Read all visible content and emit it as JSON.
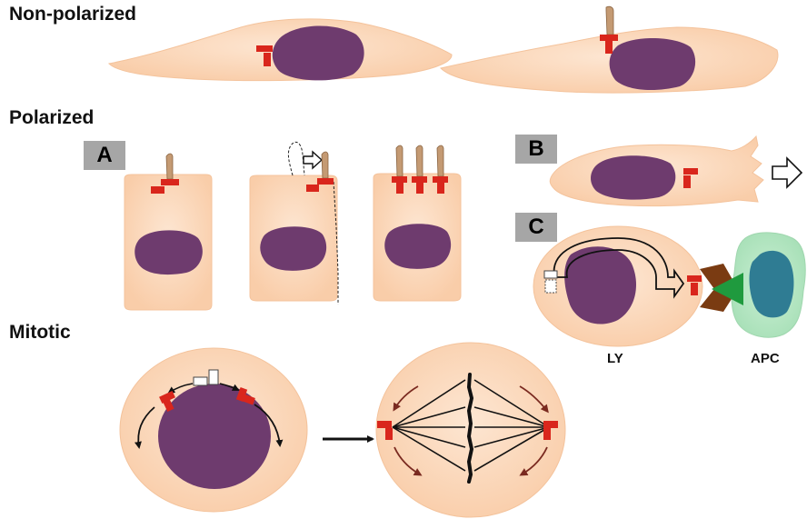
{
  "sections": {
    "non_polarized": "Non-polarized",
    "polarized": "Polarized",
    "mitotic": "Mitotic"
  },
  "panels": {
    "a": "A",
    "b": "B",
    "c": "C"
  },
  "cell_labels": {
    "lymphocyte": "LY",
    "antigen_presenting_cell": "APC"
  },
  "colors": {
    "cytoplasm": "#fbd7b9",
    "cytoplasm_edge": "#f2b98c",
    "nucleus": "#6e3b6e",
    "centrosome": "#d9261c",
    "cilium": "#c49a73",
    "apc_outer": "#b7e7c3",
    "apc_nucleus": "#2f7c93",
    "contact_brown": "#7a3b12",
    "contact_green": "#1f9a3e",
    "spindle_arrow": "#7a2a20"
  }
}
